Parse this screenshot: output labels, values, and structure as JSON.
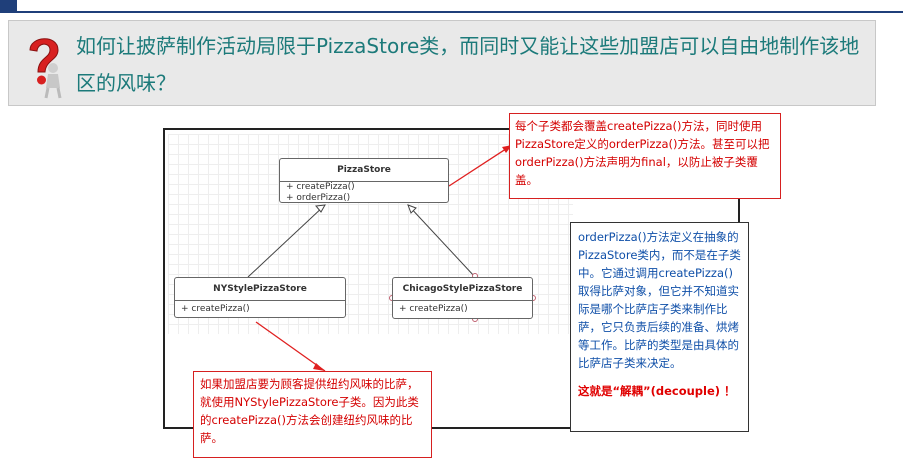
{
  "question": {
    "text": "如何让披萨制作活动局限于PizzaStore类，而同时又能让这些加盟店可以自由地制作该地区的风味？"
  },
  "uml": {
    "base": {
      "name": "PizzaStore",
      "methods": [
        "+ createPizza()",
        "+ orderPizza()"
      ]
    },
    "ny": {
      "name": "NYStylePizzaStore",
      "methods": [
        "+ createPizza()"
      ]
    },
    "chicago": {
      "name": "ChicagoStylePizzaStore",
      "methods": [
        "+ createPizza()"
      ]
    }
  },
  "notes": {
    "override": "每个子类都会覆盖createPizza()方法，同时使用PizzaStore定义的orderPizza()方法。甚至可以把orderPizza()方法声明为final，以防止被子类覆盖。",
    "order": "orderPizza()方法定义在抽象的PizzaStore类内，而不是在子类中。它通过调用createPizza()取得比萨对象，但它并不知道实际是哪个比萨店子类来制作比萨，它只负责后续的准备、烘烤等工作。比萨的类型是由具体的比萨店子类来决定。",
    "decouple": "这就是“解耦”(decouple) ！",
    "ny": "如果加盟店要为顾客提供纽约风味的比萨，就使用NYStylePizzaStore子类。因为此类的createPizza()方法会创建纽约风味的比萨。"
  },
  "colors": {
    "title_bar": "#1f3f7a",
    "question_text": "#1c7a7a",
    "note_red": "#d40000",
    "note_blue": "#0f4fa8",
    "arrow_red": "#e02020"
  }
}
